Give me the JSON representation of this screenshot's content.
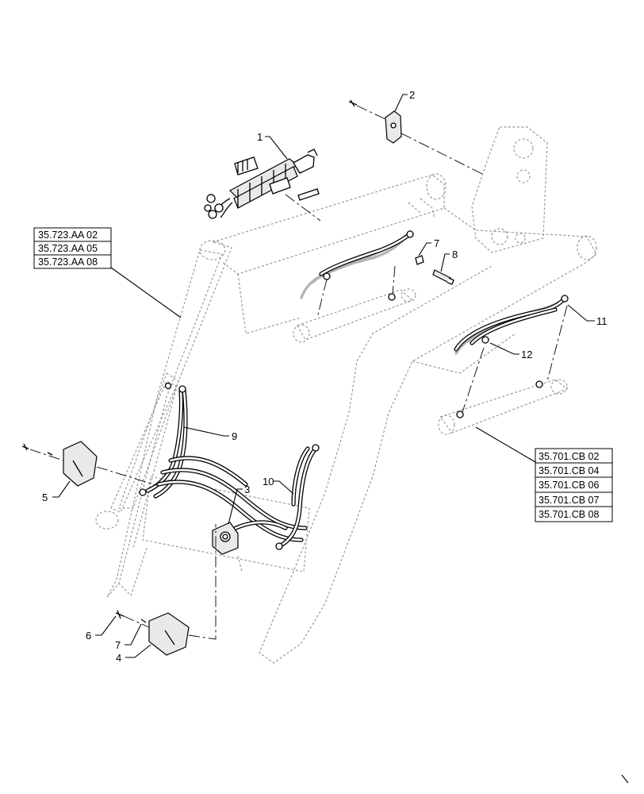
{
  "callouts": [
    {
      "id": "1",
      "label": "1"
    },
    {
      "id": "2",
      "label": "2"
    },
    {
      "id": "3",
      "label": "3"
    },
    {
      "id": "4",
      "label": "4"
    },
    {
      "id": "5",
      "label": "5"
    },
    {
      "id": "6",
      "label": "6"
    },
    {
      "id": "7a",
      "label": "7"
    },
    {
      "id": "7b",
      "label": "7"
    },
    {
      "id": "8",
      "label": "8"
    },
    {
      "id": "9",
      "label": "9"
    },
    {
      "id": "10",
      "label": "10"
    },
    {
      "id": "11",
      "label": "11"
    },
    {
      "id": "12",
      "label": "12"
    }
  ],
  "reference_groups": [
    {
      "id": "loader-frame-refs",
      "refs": [
        "35.723.AA 02",
        "35.723.AA 05",
        "35.723.AA 08"
      ]
    },
    {
      "id": "cylinder-refs",
      "refs": [
        "35.701.CB 02",
        "35.701.CB 04",
        "35.701.CB 06",
        "35.701.CB 07",
        "35.701.CB 08"
      ]
    }
  ]
}
